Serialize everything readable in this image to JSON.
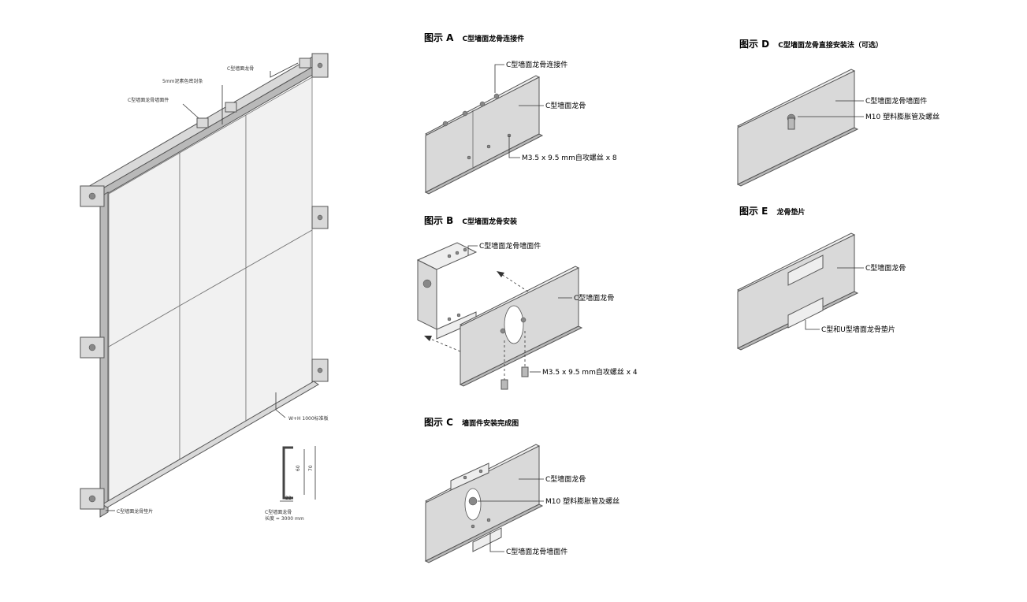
{
  "overview": {
    "labels": {
      "c_keel": "C型墙面龙骨",
      "seal_strip": "5mm泥素色密封条",
      "wall_piece": "C型墙面龙骨墙面件",
      "spacer": "C型墙面龙骨垫片",
      "panel": "W+H 1000标准板"
    },
    "profile": {
      "height_outer": "70",
      "height_inner": "60",
      "width": "22",
      "name": "C型墙面龙骨",
      "length": "长度 = 3000 mm"
    }
  },
  "figures": {
    "a": {
      "prefix": "图示 A",
      "title": "C型墙面龙骨连接件",
      "callouts": [
        "C型墙面龙骨连接件",
        "C型墙面龙骨",
        "M3.5 x 9.5 mm自攻螺丝 x 8"
      ]
    },
    "b": {
      "prefix": "图示 B",
      "title": "C型墙面龙骨安装",
      "callouts": [
        "C型墙面龙骨墙面件",
        "C型墙面龙骨",
        "M3.5 x 9.5 mm自攻螺丝 x 4"
      ]
    },
    "c": {
      "prefix": "图示 C",
      "title": "墙面件安装完成图",
      "callouts": [
        "C型墙面龙骨",
        "M10 塑料膨胀管及螺丝",
        "C型墙面龙骨墙面件"
      ]
    },
    "d": {
      "prefix": "图示 D",
      "title": "C型墙面龙骨直接安装法（可选）",
      "callouts": [
        "C型墙面龙骨墙面件",
        "M10 塑料膨胀管及螺丝"
      ]
    },
    "e": {
      "prefix": "图示 E",
      "title": "龙骨垫片",
      "callouts": [
        "C型墙面龙骨",
        "C型和U型墙面龙骨垫片"
      ]
    }
  }
}
